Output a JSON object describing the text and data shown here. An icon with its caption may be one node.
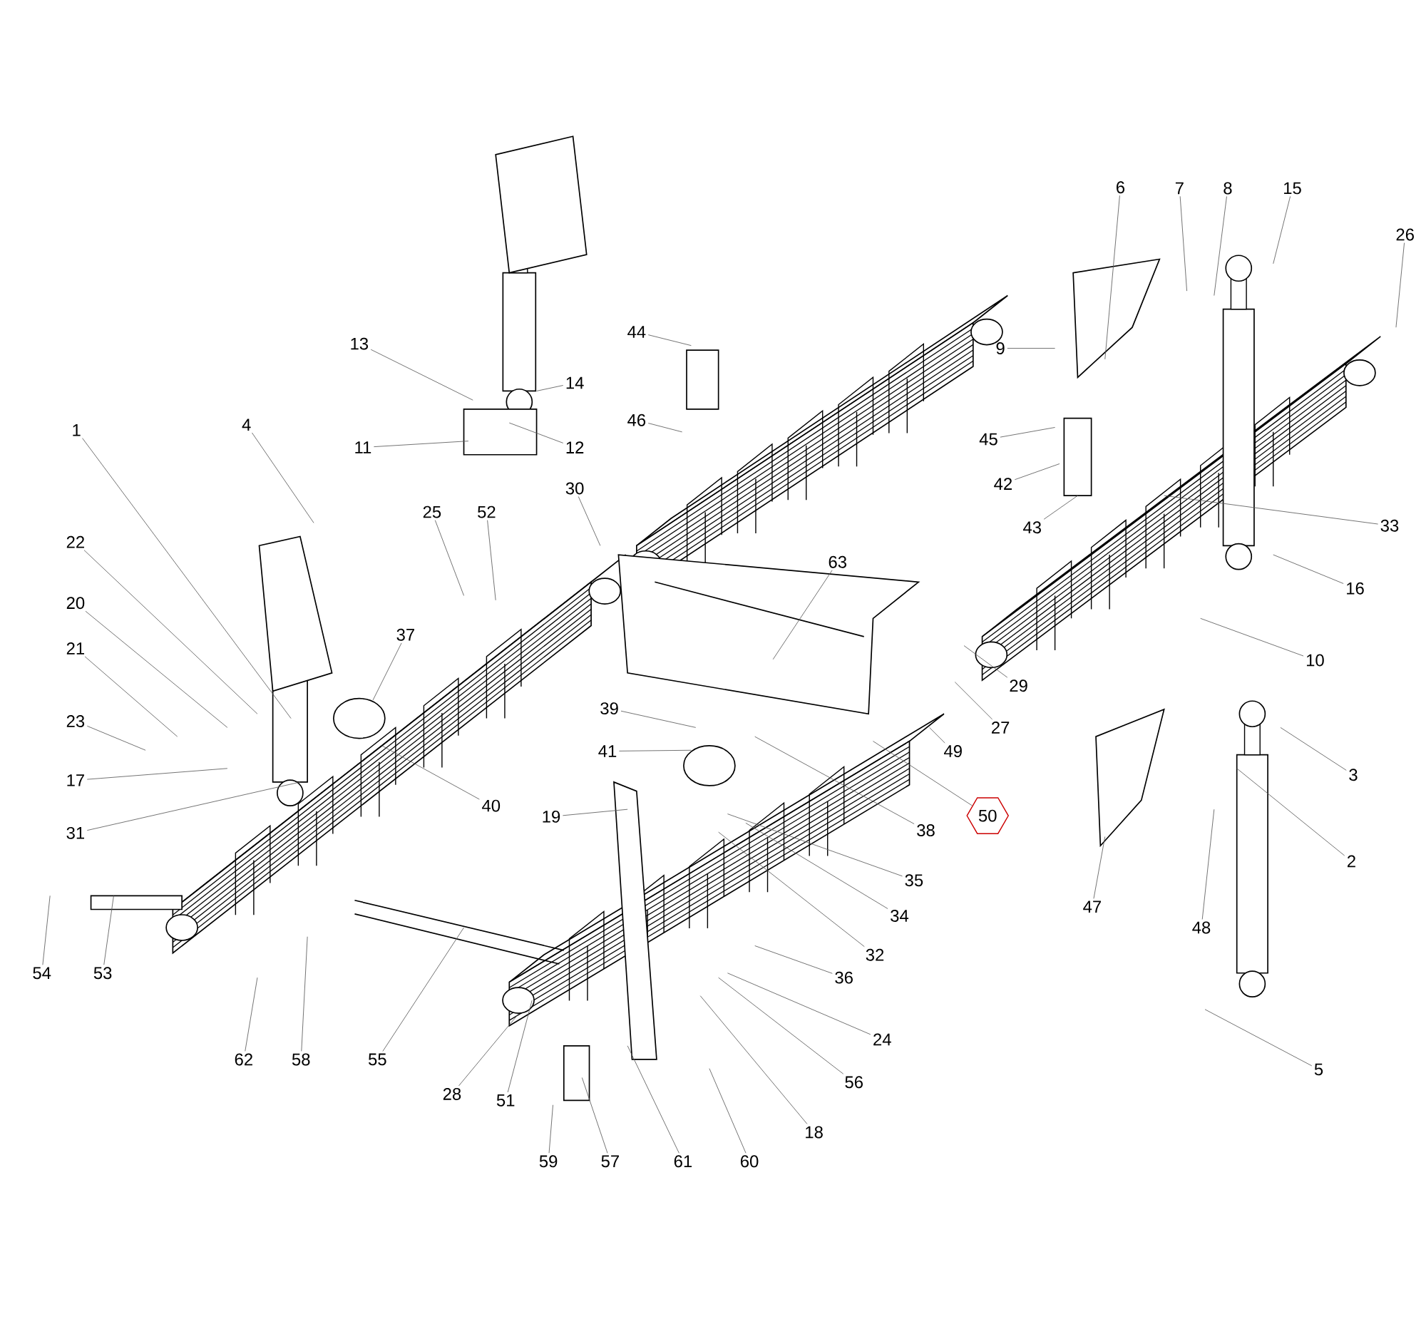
{
  "diagram": {
    "nodes": [
      {
        "text": [
          "1"
        ]
      },
      {
        "text": [
          "2"
        ]
      },
      {
        "text": [
          "3"
        ]
      },
      {
        "text": [
          "4"
        ]
      },
      {
        "text": [
          "5"
        ]
      },
      {
        "text": [
          "6"
        ]
      },
      {
        "text": [
          "7"
        ]
      },
      {
        "text": [
          "8"
        ]
      },
      {
        "text": [
          "9"
        ]
      },
      {
        "text": [
          "10"
        ]
      },
      {
        "text": [
          "11"
        ]
      },
      {
        "text": [
          "12"
        ]
      },
      {
        "text": [
          "13"
        ]
      },
      {
        "text": [
          "14"
        ]
      },
      {
        "text": [
          "15"
        ]
      },
      {
        "text": [
          "16"
        ]
      },
      {
        "text": [
          "17"
        ]
      },
      {
        "text": [
          "18"
        ]
      },
      {
        "text": [
          "19"
        ]
      },
      {
        "text": [
          "20"
        ]
      },
      {
        "text": [
          "21"
        ]
      },
      {
        "text": [
          "22"
        ]
      },
      {
        "text": [
          "23"
        ]
      },
      {
        "text": [
          "24"
        ]
      },
      {
        "text": [
          "25"
        ]
      },
      {
        "text": [
          "26"
        ]
      },
      {
        "text": [
          "27"
        ]
      },
      {
        "text": [
          "28"
        ]
      },
      {
        "text": [
          "29"
        ]
      },
      {
        "text": [
          "30"
        ]
      },
      {
        "text": [
          "31"
        ]
      },
      {
        "text": [
          "32"
        ]
      },
      {
        "text": [
          "33"
        ]
      },
      {
        "text": [
          "34"
        ]
      },
      {
        "text": [
          "35"
        ]
      },
      {
        "text": [
          "36"
        ]
      },
      {
        "text": [
          "37"
        ]
      },
      {
        "text": [
          "38"
        ]
      },
      {
        "text": [
          "39"
        ]
      },
      {
        "text": [
          "40"
        ]
      },
      {
        "text": [
          "41"
        ]
      },
      {
        "text": [
          "42"
        ]
      },
      {
        "text": [
          "43"
        ]
      },
      {
        "text": [
          "44"
        ]
      },
      {
        "text": [
          "45"
        ]
      },
      {
        "text": [
          "46"
        ]
      },
      {
        "text": [
          "47"
        ]
      },
      {
        "text": [
          "48"
        ]
      },
      {
        "text": [
          "49"
        ]
      },
      {
        "text": [
          "50"
        ]
      },
      {
        "text": [
          "51"
        ]
      },
      {
        "text": [
          "52"
        ]
      },
      {
        "text": [
          "53"
        ]
      },
      {
        "text": [
          "54"
        ]
      },
      {
        "text": [
          "55"
        ]
      },
      {
        "text": [
          "56"
        ]
      },
      {
        "text": [
          "57"
        ]
      },
      {
        "text": [
          "58"
        ]
      },
      {
        "text": [
          "59"
        ]
      },
      {
        "text": [
          "60"
        ]
      },
      {
        "text": [
          "61"
        ]
      },
      {
        "text": [
          "62"
        ]
      },
      {
        "text": [
          "63"
        ]
      }
    ],
    "edges": [
      {
        "from": 0,
        "to": null,
        "arrow": "none"
      },
      {
        "from": 1,
        "to": null,
        "arrow": "none"
      },
      {
        "from": 2,
        "to": null,
        "arrow": "none"
      },
      {
        "from": 3,
        "to": null,
        "arrow": "none"
      },
      {
        "from": 4,
        "to": null,
        "arrow": "none"
      },
      {
        "from": 5,
        "to": null,
        "arrow": "none"
      },
      {
        "from": 6,
        "to": null,
        "arrow": "none"
      },
      {
        "from": 7,
        "to": null,
        "arrow": "none"
      },
      {
        "from": 8,
        "to": null,
        "arrow": "none"
      },
      {
        "from": 9,
        "to": null,
        "arrow": "none"
      },
      {
        "from": 10,
        "to": null,
        "arrow": "none"
      },
      {
        "from": 11,
        "to": null,
        "arrow": "none"
      },
      {
        "from": 12,
        "to": null,
        "arrow": "none"
      },
      {
        "from": 13,
        "to": null,
        "arrow": "none"
      },
      {
        "from": 14,
        "to": null,
        "arrow": "none"
      },
      {
        "from": 15,
        "to": null,
        "arrow": "none"
      },
      {
        "from": 16,
        "to": null,
        "arrow": "none"
      },
      {
        "from": 17,
        "to": null,
        "arrow": "none"
      },
      {
        "from": 18,
        "to": null,
        "arrow": "none"
      },
      {
        "from": 19,
        "to": null,
        "arrow": "none"
      },
      {
        "from": 20,
        "to": null,
        "arrow": "none"
      },
      {
        "from": 21,
        "to": null,
        "arrow": "none"
      },
      {
        "from": 22,
        "to": null,
        "arrow": "none"
      },
      {
        "from": 23,
        "to": null,
        "arrow": "none"
      },
      {
        "from": 24,
        "to": null,
        "arrow": "none"
      },
      {
        "from": 25,
        "to": null,
        "arrow": "none"
      },
      {
        "from": 26,
        "to": null,
        "arrow": "none"
      },
      {
        "from": 27,
        "to": null,
        "arrow": "none"
      },
      {
        "from": 28,
        "to": null,
        "arrow": "none"
      },
      {
        "from": 29,
        "to": null,
        "arrow": "none"
      },
      {
        "from": 30,
        "to": null,
        "arrow": "none"
      },
      {
        "from": 31,
        "to": null,
        "arrow": "none"
      },
      {
        "from": 32,
        "to": null,
        "arrow": "none"
      },
      {
        "from": 33,
        "to": null,
        "arrow": "none"
      },
      {
        "from": 34,
        "to": null,
        "arrow": "none"
      },
      {
        "from": 35,
        "to": null,
        "arrow": "none"
      },
      {
        "from": 36,
        "to": null,
        "arrow": "none"
      },
      {
        "from": 37,
        "to": null,
        "arrow": "none"
      },
      {
        "from": 38,
        "to": null,
        "arrow": "none"
      },
      {
        "from": 39,
        "to": null,
        "arrow": "none"
      },
      {
        "from": 40,
        "to": null,
        "arrow": "none"
      },
      {
        "from": 41,
        "to": null,
        "arrow": "none"
      },
      {
        "from": 42,
        "to": null,
        "arrow": "none"
      },
      {
        "from": 43,
        "to": null,
        "arrow": "none"
      },
      {
        "from": 44,
        "to": null,
        "arrow": "none"
      },
      {
        "from": 45,
        "to": null,
        "arrow": "none"
      },
      {
        "from": 46,
        "to": null,
        "arrow": "none"
      },
      {
        "from": 47,
        "to": null,
        "arrow": "none"
      },
      {
        "from": 48,
        "to": null,
        "arrow": "none"
      },
      {
        "from": 49,
        "to": null,
        "arrow": "none"
      },
      {
        "from": 50,
        "to": null,
        "arrow": "none"
      },
      {
        "from": 51,
        "to": null,
        "arrow": "none"
      },
      {
        "from": 52,
        "to": null,
        "arrow": "none"
      },
      {
        "from": 53,
        "to": null,
        "arrow": "none"
      },
      {
        "from": 54,
        "to": null,
        "arrow": "none"
      },
      {
        "from": 55,
        "to": null,
        "arrow": "none"
      },
      {
        "from": 56,
        "to": null,
        "arrow": "none"
      },
      {
        "from": 57,
        "to": null,
        "arrow": "none"
      },
      {
        "from": 58,
        "to": null,
        "arrow": "none"
      },
      {
        "from": 59,
        "to": null,
        "arrow": "none"
      },
      {
        "from": 60,
        "to": null,
        "arrow": "none"
      },
      {
        "from": 61,
        "to": null,
        "arrow": "none"
      },
      {
        "from": 62,
        "to": null,
        "arrow": "none"
      }
    ]
  }
}
